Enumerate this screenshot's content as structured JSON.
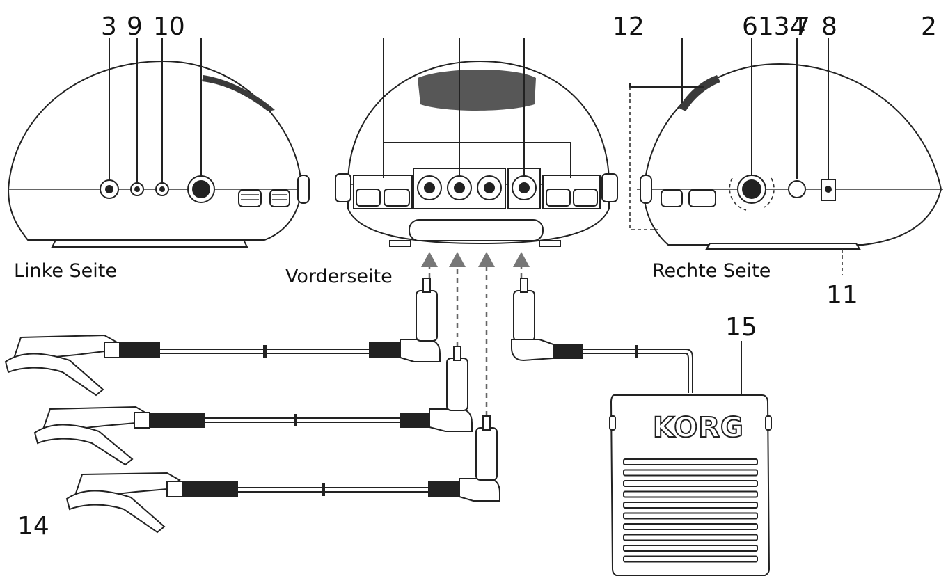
{
  "numbers": {
    "n3": "3",
    "n9": "9",
    "n10": "10",
    "n12": "12",
    "n6134": "6134",
    "n7": "7",
    "n8": "8",
    "n2": "2",
    "n11": "11",
    "n15": "15",
    "n14": "14"
  },
  "labels": {
    "left_side": "Linke Seite",
    "front": "Vorderseite",
    "right_side": "Rechte Seite"
  },
  "logo": "KORG",
  "colors": {
    "ink": "#222222",
    "arrow": "#777777",
    "background": "#ffffff"
  }
}
